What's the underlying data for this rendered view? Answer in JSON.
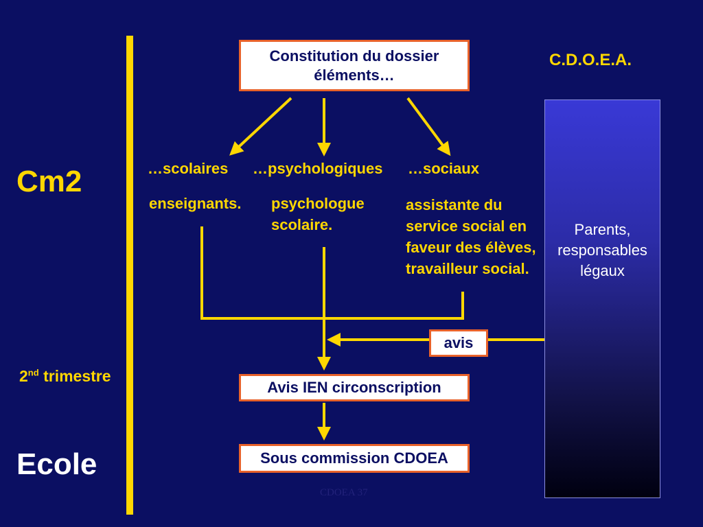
{
  "left_labels": {
    "cm2": "Cm2",
    "trimestre_num": "2",
    "trimestre_sup": "nd",
    "trimestre_word": " trimestre",
    "ecole": "Ecole"
  },
  "header": {
    "cdoea": "C.D.O.E.A."
  },
  "boxes": {
    "top_line1": "Constitution du dossier",
    "top_line2": "éléments…",
    "ien": "Avis IEN circonscription",
    "sous_commission": "Sous commission CDOEA",
    "avis": "avis"
  },
  "categories": {
    "scolaires": "…scolaires",
    "psychologiques": "…psychologiques",
    "sociaux": "…sociaux"
  },
  "actors": {
    "enseignants": "enseignants.",
    "psychologue": "psychologue\nscolaire.",
    "social": "assistante du\nservice social en\nfaveur des élèves,\ntravailleur social."
  },
  "parents": "Parents,\nresponsables\nlégaux",
  "footer": "CDOEA 37",
  "colors": {
    "background": "#0b0f62",
    "accent_yellow": "#ffd700",
    "box_border": "#e8622a"
  }
}
